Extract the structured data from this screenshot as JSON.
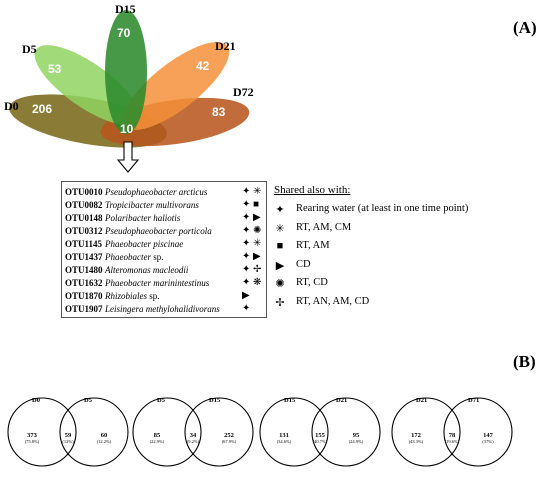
{
  "panel_a": {
    "label": "(A)",
    "petals": [
      {
        "name": "D0",
        "count": "206",
        "color": "#7a6a1a"
      },
      {
        "name": "D5",
        "count": "53",
        "color": "#8fd462"
      },
      {
        "name": "D15",
        "count": "70",
        "color": "#2e8b2e"
      },
      {
        "name": "D21",
        "count": "42",
        "color": "#f5913a"
      },
      {
        "name": "D72",
        "count": "83",
        "color": "#b8581f"
      }
    ],
    "core_count": "10",
    "arrow_icon": "hollow-down-arrow",
    "otus": [
      {
        "id": "OTU0010",
        "taxon": "Pseudophaeobacter arcticus",
        "suffix": "",
        "symbols": [
          "✦",
          "✳"
        ]
      },
      {
        "id": "OTU0082",
        "taxon": "Tropicibacter multivorans",
        "suffix": "",
        "symbols": [
          "✦",
          "■"
        ]
      },
      {
        "id": "OTU0148",
        "taxon": "Polaribacter haliotis",
        "suffix": "",
        "symbols": [
          "✦",
          "▶"
        ]
      },
      {
        "id": "OTU0312",
        "taxon": "Pseudophaeobacter porticola",
        "suffix": "",
        "symbols": [
          "✦",
          "✺"
        ]
      },
      {
        "id": "OTU1145",
        "taxon": "Phaeobacter piscinae",
        "suffix": "",
        "symbols": [
          "✦",
          "✳"
        ]
      },
      {
        "id": "OTU1437",
        "taxon": "Phaeobacter",
        "suffix": " sp.",
        "symbols": [
          "✦",
          "▶"
        ]
      },
      {
        "id": "OTU1480",
        "taxon": "Alteromonas macleodii",
        "suffix": "",
        "symbols": [
          "✦",
          "✢"
        ]
      },
      {
        "id": "OTU1632",
        "taxon": "Phaeobacter marinintestinus",
        "suffix": "",
        "symbols": [
          "✦",
          "❋"
        ]
      },
      {
        "id": "OTU1870",
        "taxon": "Rhizobiales",
        "suffix": " sp.",
        "symbols": [
          "▶"
        ]
      },
      {
        "id": "OTU1907",
        "taxon": "Leisingera methylohalidivorans",
        "suffix": "",
        "symbols": [
          "✦"
        ]
      }
    ],
    "legend": {
      "title": "Shared also with:",
      "items": [
        {
          "symbol": "✦",
          "text": "Rearing water (at least in one time point)"
        },
        {
          "symbol": "✳",
          "text": "RT, AM, CM"
        },
        {
          "symbol": "■",
          "text": "RT, AM"
        },
        {
          "symbol": "▶",
          "text": "CD"
        },
        {
          "symbol": "✺",
          "text": "RT, CD"
        },
        {
          "symbol": "✢",
          "text": "RT, AN, AM, CD"
        }
      ]
    }
  },
  "panel_b": {
    "label": "(B)",
    "venns": [
      {
        "left": "D0",
        "right": "D5",
        "left_n": "373",
        "left_p": "(75.8%)",
        "mid_n": "59",
        "mid_p": "(12%)",
        "right_n": "60",
        "right_p": "(12.2%)"
      },
      {
        "left": "D5",
        "right": "D15",
        "left_n": "85",
        "left_p": "(22.9%)",
        "mid_n": "34",
        "mid_p": "(9.2%)",
        "right_n": "252",
        "right_p": "(67.9%)"
      },
      {
        "left": "D15",
        "right": "D21",
        "left_n": "131",
        "left_p": "(34.6%)",
        "mid_n": "155",
        "mid_p": "(40.7%)",
        "right_n": "95",
        "right_p": "(24.9%)"
      },
      {
        "left": "D21",
        "right": "D71",
        "left_n": "172",
        "left_p": "(43.3%)",
        "mid_n": "78",
        "mid_p": "(19.6%)",
        "right_n": "147",
        "right_p": "(37%)"
      }
    ]
  }
}
